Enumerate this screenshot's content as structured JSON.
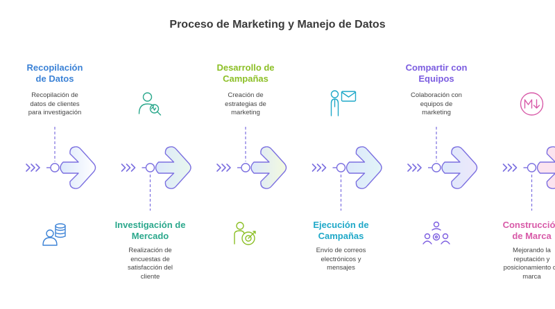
{
  "title": "Proceso de Marketing y Manejo de Datos",
  "stages": [
    {
      "title": "Recopilación de Datos",
      "title_lines": [
        "Recopilación",
        "de Datos"
      ],
      "desc_lines": [
        "Recopilación de",
        "datos de clientes",
        "para investigación"
      ],
      "position": "top",
      "color": "#3b82d6",
      "icon": "user-database-icon"
    },
    {
      "title": "Investigación de Mercado",
      "title_lines": [
        "Investigación de",
        "Mercado"
      ],
      "desc_lines": [
        "Realización de",
        "encuestas de",
        "satisfacción del",
        "cliente"
      ],
      "position": "bottom",
      "color": "#2ba88c",
      "icon": "user-analytics-icon"
    },
    {
      "title": "Desarrollo de Campañas",
      "title_lines": [
        "Desarrollo de",
        "Campañas"
      ],
      "desc_lines": [
        "Creación de",
        "estrategias de",
        "marketing"
      ],
      "position": "top",
      "color": "#8cbf26",
      "icon": "person-target-icon"
    },
    {
      "title": "Ejecución de Campañas",
      "title_lines": [
        "Ejecución de",
        "Campañas"
      ],
      "desc_lines": [
        "Envío de correos",
        "electrónicos y",
        "mensajes"
      ],
      "position": "bottom",
      "color": "#1fa8c8",
      "icon": "person-email-icon"
    },
    {
      "title": "Compartir con Equipos",
      "title_lines": [
        "Compartir con",
        "Equipos"
      ],
      "desc_lines": [
        "Colaboración con",
        "equipos de",
        "marketing"
      ],
      "position": "top",
      "color": "#7b5ce0",
      "icon": "team-settings-icon"
    },
    {
      "title": "Construcción de Marca",
      "title_lines": [
        "Construcción",
        "de Marca"
      ],
      "desc_lines": [
        "Mejorando la",
        "reputación y",
        "posicionamiento de",
        "marca"
      ],
      "position": "bottom",
      "color": "#d85aa8",
      "icon": "brand-down-icon"
    }
  ]
}
